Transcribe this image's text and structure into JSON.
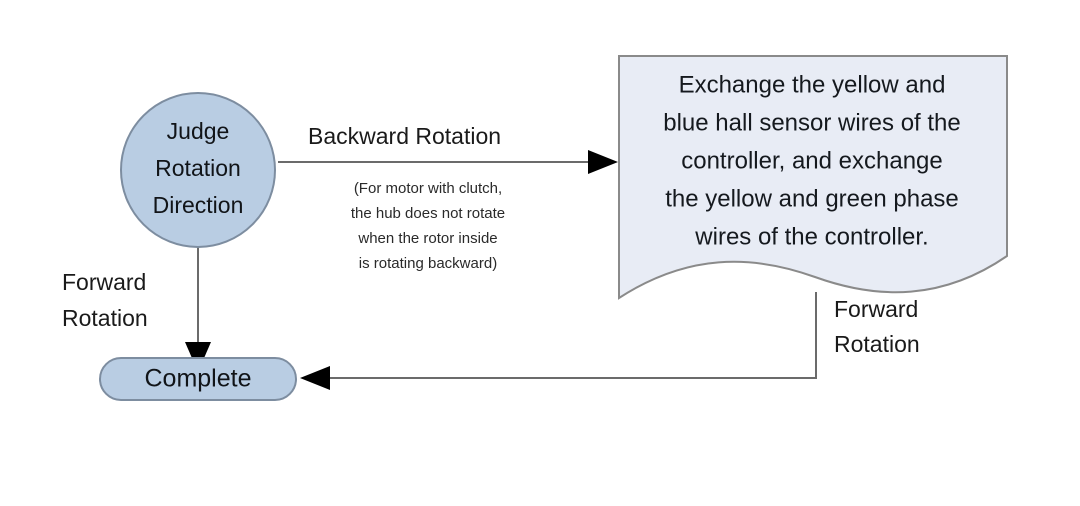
{
  "diagram": {
    "title": "Judge Rotation Direction flowchart",
    "background_color": "#ffffff",
    "nodes": {
      "judge": {
        "shape": "circle",
        "fill_color": "#b9cde3",
        "stroke_color": "#7d8da0",
        "lines": [
          "Judge",
          "Rotation",
          "Direction"
        ]
      },
      "complete": {
        "shape": "stadium",
        "fill_color": "#b9cde3",
        "stroke_color": "#7d8da0",
        "label": "Complete"
      },
      "instruction": {
        "shape": "document",
        "fill_color": "#e8ecf5",
        "stroke_color": "#8a8a8a",
        "lines": [
          "Exchange the yellow and",
          "blue hall sensor wires of the",
          "controller, and exchange",
          "the yellow and green phase",
          "wires of the controller."
        ]
      }
    },
    "edges": {
      "backward": {
        "label": "Backward Rotation",
        "note_lines": [
          "(For motor with clutch,",
          "the hub does not rotate",
          "when the rotor inside",
          "is rotating backward)"
        ]
      },
      "forward_left": {
        "label_lines": [
          "Forward",
          "Rotation"
        ]
      },
      "forward_right": {
        "label_lines": [
          "Forward",
          "Rotation"
        ]
      }
    }
  }
}
